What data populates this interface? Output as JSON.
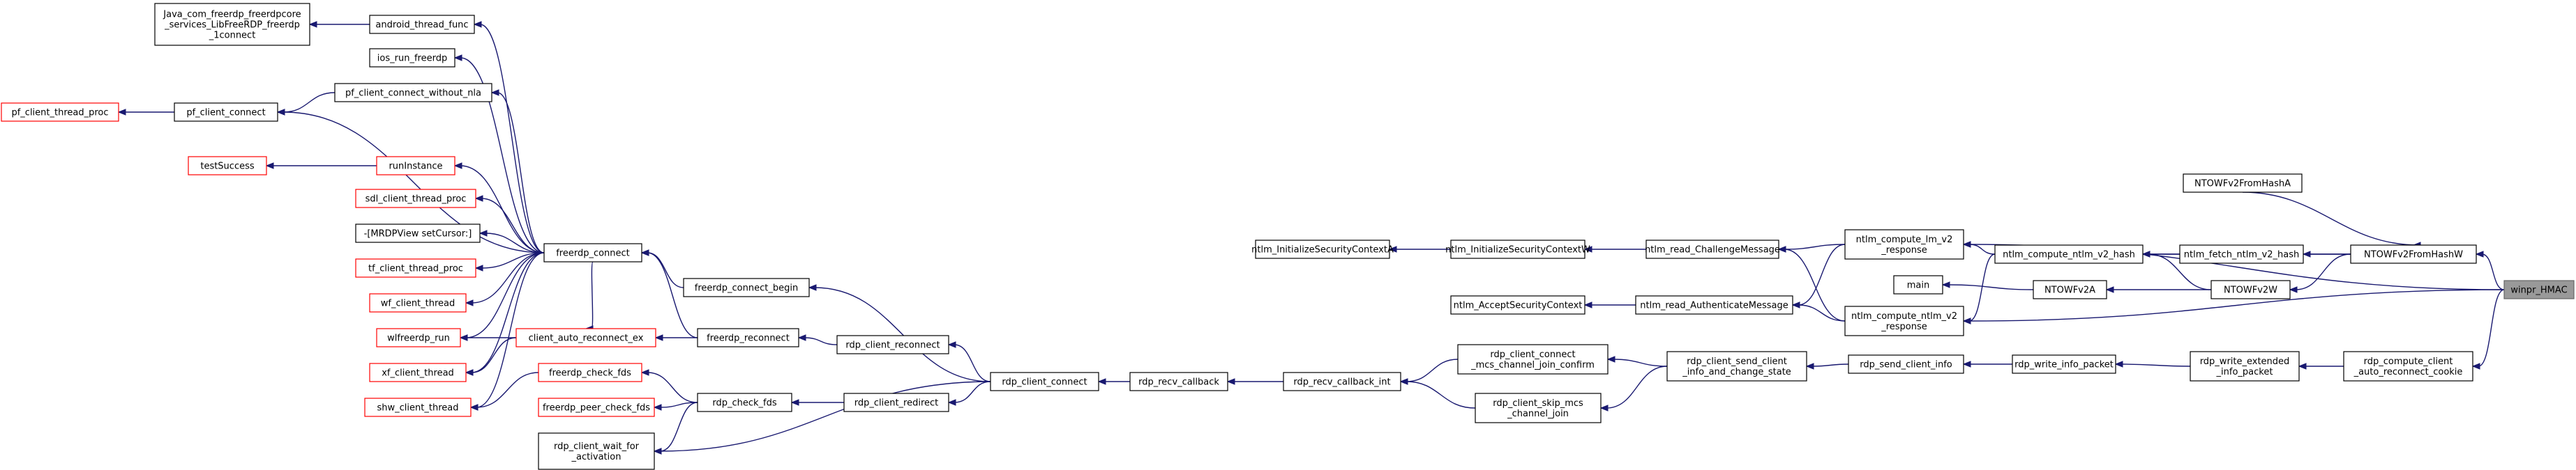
{
  "graph": {
    "nodes": [
      {
        "id": "java",
        "lines": [
          "Java_com_freerdp_freerdpcore",
          "_services_LibFreeRDP_freerdp",
          "_1connect"
        ],
        "kind": "normal"
      },
      {
        "id": "android",
        "lines": [
          "android_thread_func"
        ],
        "kind": "normal"
      },
      {
        "id": "ios",
        "lines": [
          "ios_run_freerdp"
        ],
        "kind": "normal"
      },
      {
        "id": "pf_noNla",
        "lines": [
          "pf_client_connect_without_nla"
        ],
        "kind": "normal"
      },
      {
        "id": "pf_thread",
        "lines": [
          "pf_client_thread_proc"
        ],
        "kind": "red"
      },
      {
        "id": "pf_connect",
        "lines": [
          "pf_client_connect"
        ],
        "kind": "normal"
      },
      {
        "id": "testSuccess",
        "lines": [
          "testSuccess"
        ],
        "kind": "red"
      },
      {
        "id": "runInstance",
        "lines": [
          "runInstance"
        ],
        "kind": "red"
      },
      {
        "id": "sdl",
        "lines": [
          "sdl_client_thread_proc"
        ],
        "kind": "red"
      },
      {
        "id": "mrdp",
        "lines": [
          "-[MRDPView setCursor:]"
        ],
        "kind": "normal"
      },
      {
        "id": "tf",
        "lines": [
          "tf_client_thread_proc"
        ],
        "kind": "red"
      },
      {
        "id": "wf",
        "lines": [
          "wf_client_thread"
        ],
        "kind": "red"
      },
      {
        "id": "wlf",
        "lines": [
          "wlfreerdp_run"
        ],
        "kind": "red"
      },
      {
        "id": "xf",
        "lines": [
          "xf_client_thread"
        ],
        "kind": "red"
      },
      {
        "id": "shw",
        "lines": [
          "shw_client_thread"
        ],
        "kind": "red"
      },
      {
        "id": "fconnect",
        "lines": [
          "freerdp_connect"
        ],
        "kind": "normal"
      },
      {
        "id": "autorec",
        "lines": [
          "client_auto_reconnect_ex"
        ],
        "kind": "red"
      },
      {
        "id": "fcheck",
        "lines": [
          "freerdp_check_fds"
        ],
        "kind": "red"
      },
      {
        "id": "fpeer",
        "lines": [
          "freerdp_peer_check_fds"
        ],
        "kind": "red"
      },
      {
        "id": "waitact",
        "lines": [
          "rdp_client_wait_for",
          "_activation"
        ],
        "kind": "normal"
      },
      {
        "id": "fcbegin",
        "lines": [
          "freerdp_connect_begin"
        ],
        "kind": "normal"
      },
      {
        "id": "freconnect",
        "lines": [
          "freerdp_reconnect"
        ],
        "kind": "normal"
      },
      {
        "id": "rdpcheck",
        "lines": [
          "rdp_check_fds"
        ],
        "kind": "normal"
      },
      {
        "id": "rdpreconnect",
        "lines": [
          "rdp_client_reconnect"
        ],
        "kind": "normal"
      },
      {
        "id": "rdpredirect",
        "lines": [
          "rdp_client_redirect"
        ],
        "kind": "normal"
      },
      {
        "id": "rdpconnect",
        "lines": [
          "rdp_client_connect"
        ],
        "kind": "normal"
      },
      {
        "id": "recvcb",
        "lines": [
          "rdp_recv_callback"
        ],
        "kind": "normal"
      },
      {
        "id": "recvcbint",
        "lines": [
          "rdp_recv_callback_int"
        ],
        "kind": "normal"
      },
      {
        "id": "mcsconfirm",
        "lines": [
          "rdp_client_connect",
          "_mcs_channel_join_confirm"
        ],
        "kind": "normal"
      },
      {
        "id": "skipmcs",
        "lines": [
          "rdp_client_skip_mcs",
          "_channel_join"
        ],
        "kind": "normal"
      },
      {
        "id": "initA",
        "lines": [
          "ntlm_InitializeSecurityContextA"
        ],
        "kind": "normal"
      },
      {
        "id": "initW",
        "lines": [
          "ntlm_InitializeSecurityContextW"
        ],
        "kind": "normal"
      },
      {
        "id": "challenge",
        "lines": [
          "ntlm_read_ChallengeMessage"
        ],
        "kind": "normal"
      },
      {
        "id": "accept",
        "lines": [
          "ntlm_AcceptSecurityContext"
        ],
        "kind": "normal"
      },
      {
        "id": "authmsg",
        "lines": [
          "ntlm_read_AuthenticateMessage"
        ],
        "kind": "normal"
      },
      {
        "id": "sendinfo",
        "lines": [
          "rdp_client_send_client",
          "_info_and_change_state"
        ],
        "kind": "normal"
      },
      {
        "id": "lmv2",
        "lines": [
          "ntlm_compute_lm_v2",
          "_response"
        ],
        "kind": "normal"
      },
      {
        "id": "ntlmv2resp",
        "lines": [
          "ntlm_compute_ntlm_v2",
          "_response"
        ],
        "kind": "normal"
      },
      {
        "id": "main",
        "lines": [
          "main"
        ],
        "kind": "normal"
      },
      {
        "id": "clientinfo",
        "lines": [
          "rdp_send_client_info"
        ],
        "kind": "normal"
      },
      {
        "id": "v2hash",
        "lines": [
          "ntlm_compute_ntlm_v2_hash"
        ],
        "kind": "normal"
      },
      {
        "id": "ntowfA",
        "lines": [
          "NTOWFv2A"
        ],
        "kind": "normal"
      },
      {
        "id": "infopacket",
        "lines": [
          "rdp_write_info_packet"
        ],
        "kind": "normal"
      },
      {
        "id": "fetchhash",
        "lines": [
          "ntlm_fetch_ntlm_v2_hash"
        ],
        "kind": "normal"
      },
      {
        "id": "ntowfW",
        "lines": [
          "NTOWFv2W"
        ],
        "kind": "normal"
      },
      {
        "id": "extinfo",
        "lines": [
          "rdp_write_extended",
          "_info_packet"
        ],
        "kind": "normal"
      },
      {
        "id": "fromhashA",
        "lines": [
          "NTOWFv2FromHashA"
        ],
        "kind": "normal"
      },
      {
        "id": "fromhashW",
        "lines": [
          "NTOWFv2FromHashW"
        ],
        "kind": "normal"
      },
      {
        "id": "cookie",
        "lines": [
          "rdp_compute_client",
          "_auto_reconnect_cookie"
        ],
        "kind": "normal"
      },
      {
        "id": "hmac",
        "lines": [
          "winpr_HMAC"
        ],
        "kind": "highlight"
      }
    ],
    "edges": [
      [
        "android",
        "java"
      ],
      [
        "fconnect",
        "android"
      ],
      [
        "fconnect",
        "ios"
      ],
      [
        "pf_connect",
        "pf_thread"
      ],
      [
        "pf_noNla",
        "pf_connect"
      ],
      [
        "fconnect",
        "pf_noNla"
      ],
      [
        "fconnect",
        "pf_connect"
      ],
      [
        "runInstance",
        "testSuccess"
      ],
      [
        "fconnect",
        "runInstance"
      ],
      [
        "fconnect",
        "sdl"
      ],
      [
        "fconnect",
        "mrdp"
      ],
      [
        "fconnect",
        "tf"
      ],
      [
        "fconnect",
        "wf"
      ],
      [
        "fconnect",
        "wlf"
      ],
      [
        "fconnect",
        "xf"
      ],
      [
        "fconnect",
        "shw"
      ],
      [
        "fconnect",
        "autorec"
      ],
      [
        "autorec",
        "wlf"
      ],
      [
        "autorec",
        "xf"
      ],
      [
        "fcheck",
        "shw"
      ],
      [
        "rdpcheck",
        "fcheck"
      ],
      [
        "rdpcheck",
        "fpeer"
      ],
      [
        "rdpcheck",
        "waitact"
      ],
      [
        "fcbegin",
        "fconnect"
      ],
      [
        "freconnect",
        "fconnect"
      ],
      [
        "freconnect",
        "autorec"
      ],
      [
        "rdpreconnect",
        "freconnect"
      ],
      [
        "rdpredirect",
        "rdpcheck"
      ],
      [
        "rdpconnect",
        "fcbegin"
      ],
      [
        "rdpconnect",
        "rdpreconnect"
      ],
      [
        "rdpconnect",
        "rdpredirect"
      ],
      [
        "rdpconnect",
        "waitact"
      ],
      [
        "recvcb",
        "rdpconnect"
      ],
      [
        "recvcbint",
        "recvcb"
      ],
      [
        "mcsconfirm",
        "recvcbint"
      ],
      [
        "skipmcs",
        "recvcbint"
      ],
      [
        "initW",
        "initA"
      ],
      [
        "challenge",
        "initW"
      ],
      [
        "authmsg",
        "accept"
      ],
      [
        "sendinfo",
        "mcsconfirm"
      ],
      [
        "sendinfo",
        "skipmcs"
      ],
      [
        "lmv2",
        "challenge"
      ],
      [
        "lmv2",
        "authmsg"
      ],
      [
        "ntlmv2resp",
        "challenge"
      ],
      [
        "ntlmv2resp",
        "authmsg"
      ],
      [
        "clientinfo",
        "sendinfo"
      ],
      [
        "v2hash",
        "lmv2"
      ],
      [
        "v2hash",
        "ntlmv2resp"
      ],
      [
        "ntowfA",
        "main"
      ],
      [
        "infopacket",
        "clientinfo"
      ],
      [
        "fetchhash",
        "v2hash"
      ],
      [
        "ntowfW",
        "v2hash"
      ],
      [
        "ntowfW",
        "ntowfA"
      ],
      [
        "extinfo",
        "infopacket"
      ],
      [
        "fromhashA",
        "fromhashW"
      ],
      [
        "fromhashW",
        "fetchhash"
      ],
      [
        "fromhashW",
        "v2hash"
      ],
      [
        "fromhashW",
        "ntowfW"
      ],
      [
        "cookie",
        "extinfo"
      ],
      [
        "hmac",
        "lmv2"
      ],
      [
        "hmac",
        "ntlmv2resp"
      ],
      [
        "hmac",
        "fromhashW"
      ],
      [
        "hmac",
        "cookie"
      ]
    ],
    "colors": {
      "edge": "#191970",
      "border": "#000000",
      "red_border": "#ff0000",
      "highlight_fill": "#999999"
    }
  }
}
